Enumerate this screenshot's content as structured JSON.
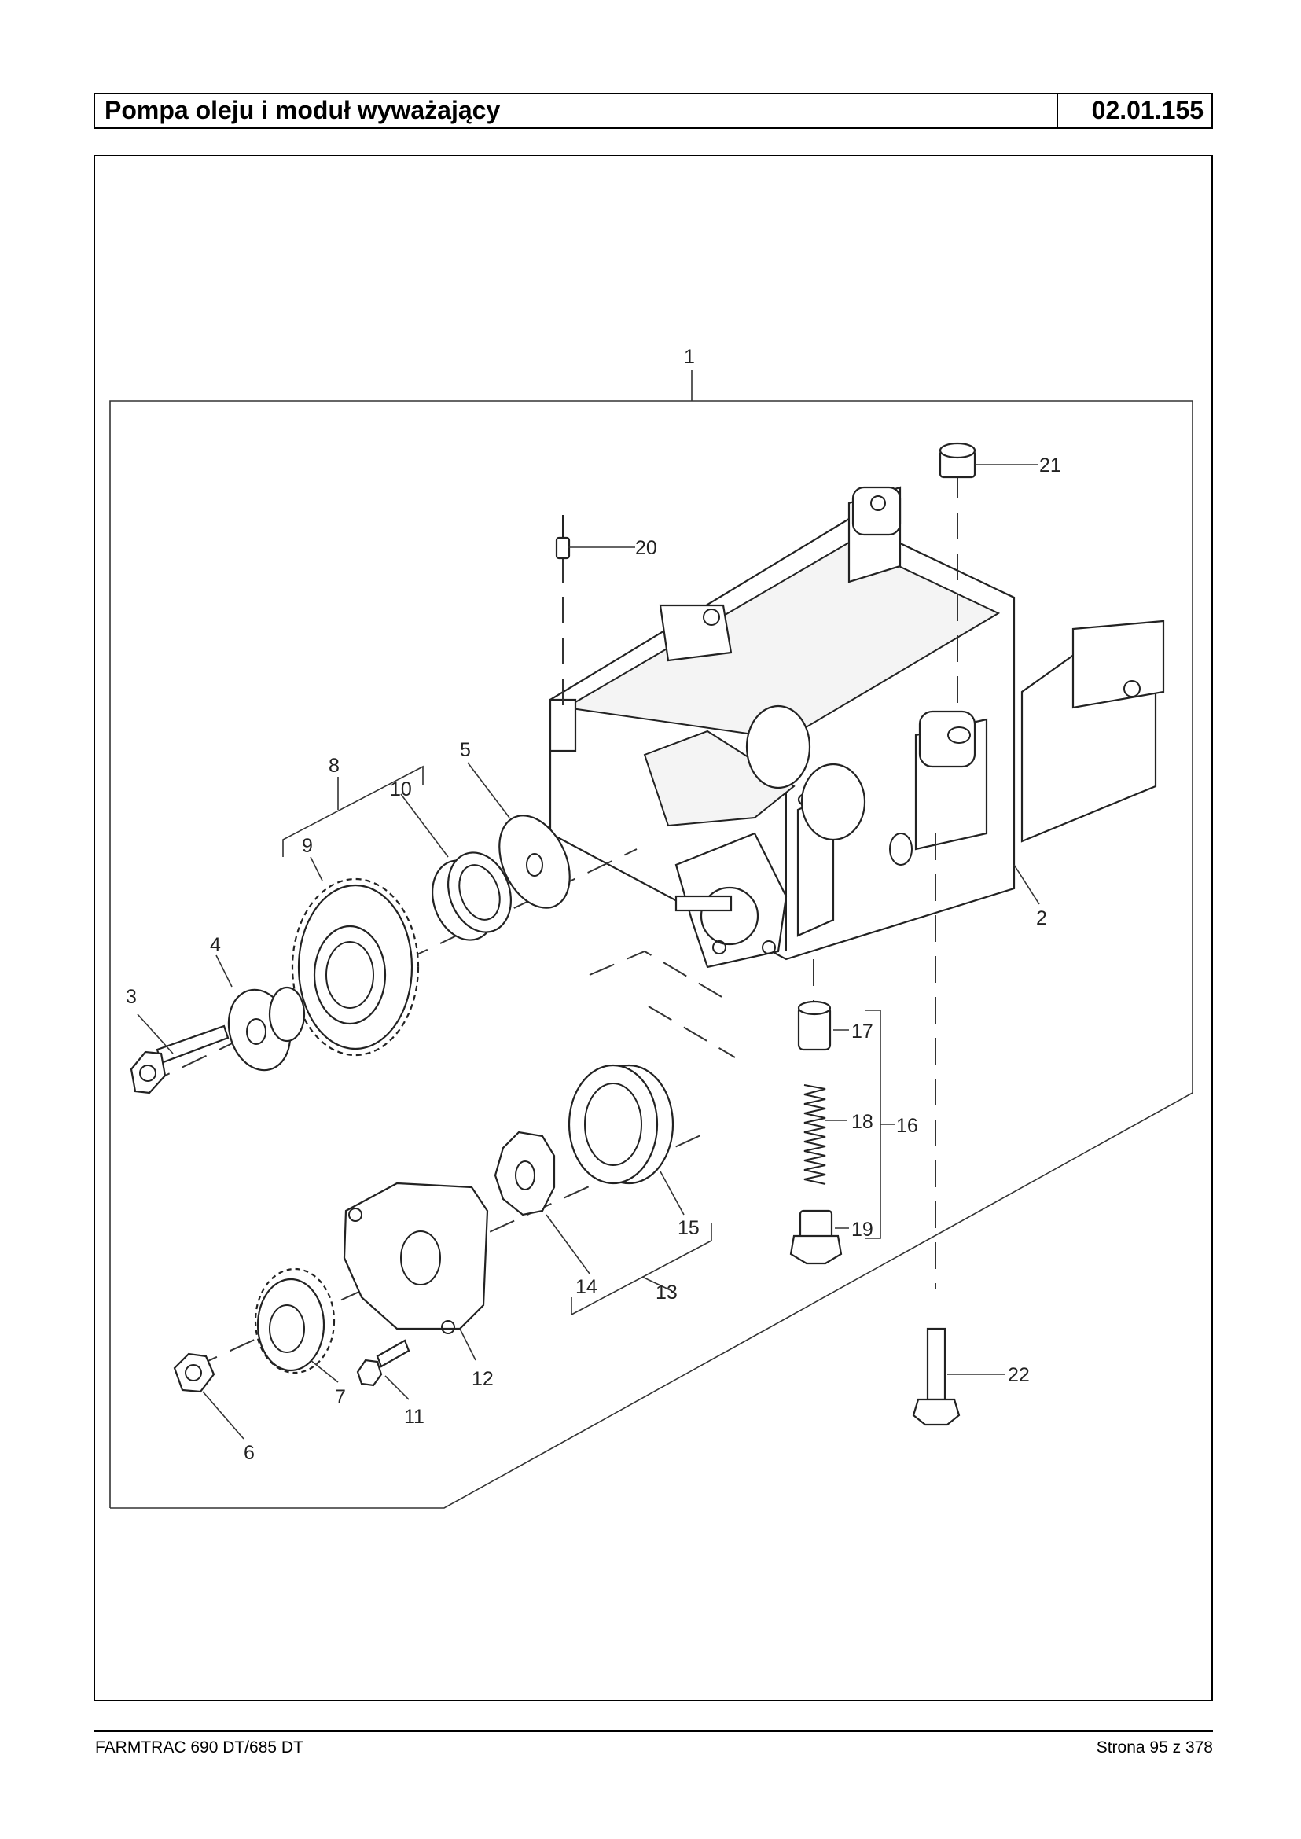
{
  "header": {
    "title": "Pompa oleju i moduł wyważający",
    "code": "02.01.155"
  },
  "callouts": [
    "1",
    "2",
    "3",
    "4",
    "5",
    "6",
    "7",
    "8",
    "9",
    "10",
    "11",
    "12",
    "13",
    "14",
    "15",
    "16",
    "17",
    "18",
    "19",
    "20",
    "21",
    "22"
  ],
  "footer": {
    "left": "FARMTRAC 690 DT/685 DT",
    "right": "Strona 95 z 378"
  }
}
